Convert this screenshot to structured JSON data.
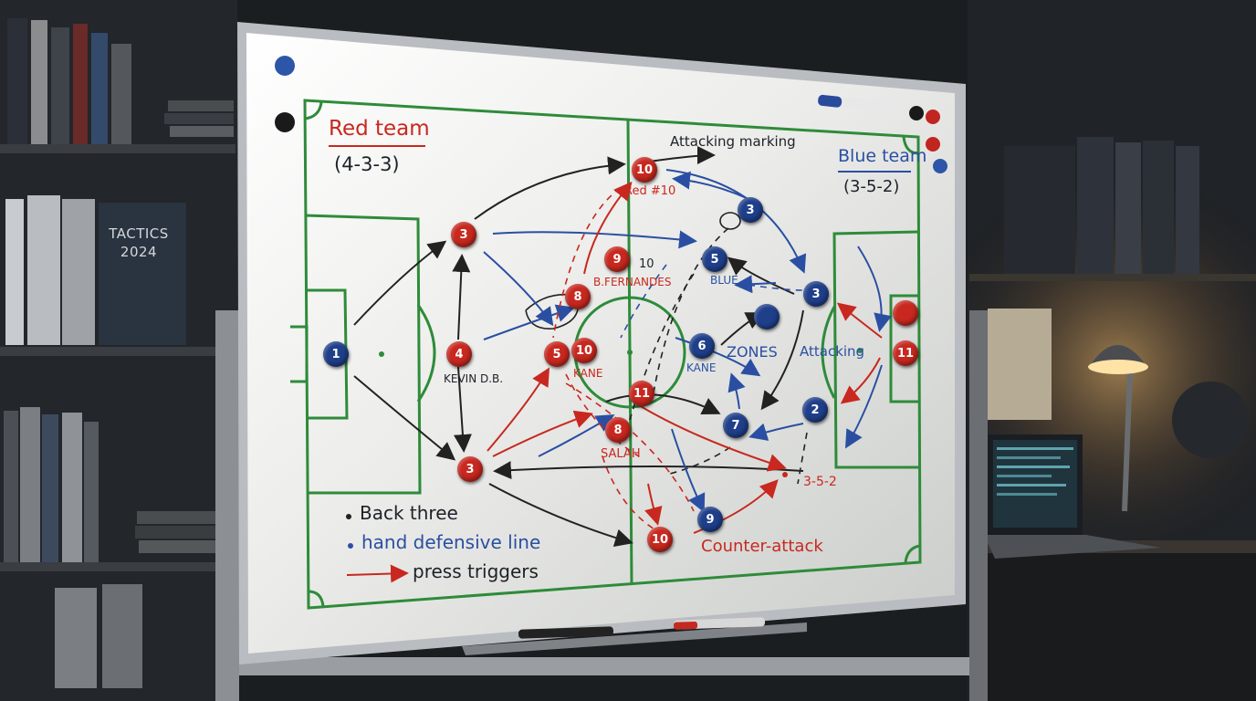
{
  "shelf_book": "TACTICS\n2024",
  "board": {
    "red_title": "Red team",
    "red_formation": "(4-3-3)",
    "blue_title": "Blue team",
    "blue_formation": "(3-5-2)"
  },
  "annotations": {
    "attacking_marking": "Attacking marking",
    "red10": "Red #10",
    "num10": "10",
    "bfernandes": "B.FERNANDES",
    "blue": "BLUE",
    "kevin": "KEVIN D.B.",
    "kane_red": "KANE",
    "kane_blue": "KANE",
    "zones": "ZONES",
    "attacking": "Attacking",
    "salah": "SALAH",
    "formation_note": "3-5-2",
    "counter": "Counter-attack"
  },
  "legend": {
    "back_three": "Back three",
    "defensive_line": "hand defensive line",
    "press_triggers": "press triggers"
  },
  "magnets": {
    "red": [
      {
        "number": "10"
      },
      {
        "number": "3"
      },
      {
        "number": "9"
      },
      {
        "number": "8"
      },
      {
        "number": "4"
      },
      {
        "number": "5"
      },
      {
        "number": "10"
      },
      {
        "number": "11"
      },
      {
        "number": "8"
      },
      {
        "number": "3"
      },
      {
        "number": "10"
      },
      {
        "number": ""
      },
      {
        "number": "11"
      }
    ],
    "blue": [
      {
        "number": "1"
      },
      {
        "number": "3"
      },
      {
        "number": "5"
      },
      {
        "number": ""
      },
      {
        "number": "3"
      },
      {
        "number": "6"
      },
      {
        "number": "2"
      },
      {
        "number": "7"
      },
      {
        "number": "9"
      }
    ]
  },
  "colors": {
    "pitch_line": "#2e8b3a",
    "red_marker": "#c8281f",
    "blue_marker": "#1f3f8a",
    "board_white": "#eceeec"
  }
}
